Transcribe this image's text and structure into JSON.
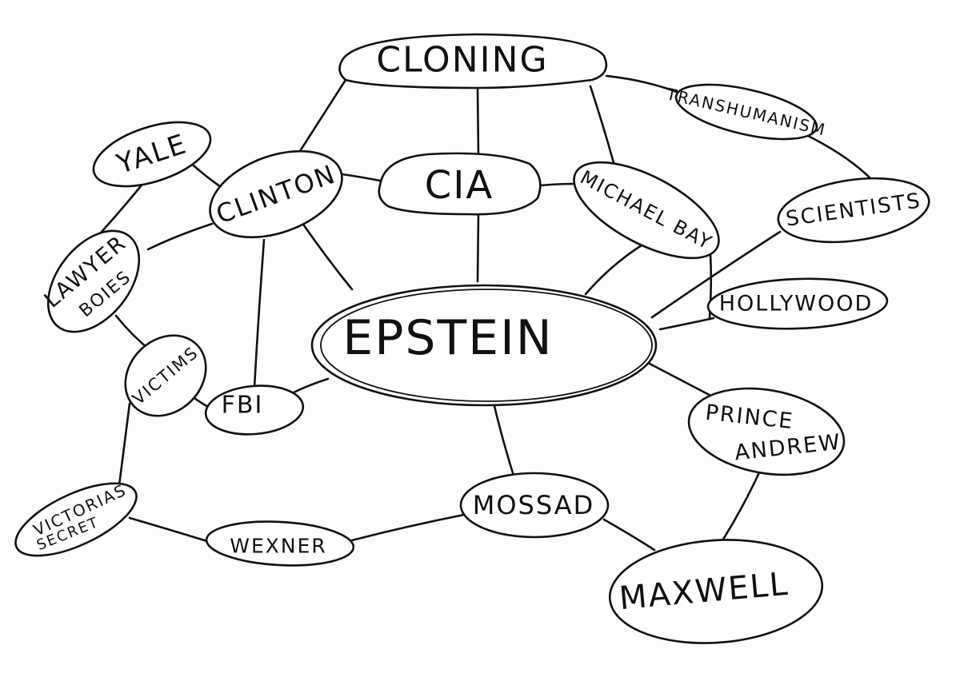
{
  "nodes": {
    "cloning": "CLONING",
    "transhumanism": "TRANSHUMANISM",
    "yale": "YALE",
    "clinton": "CLINTON",
    "cia": "CIA",
    "michael_bay": "MICHAEL BAY",
    "scientists": "SCIENTISTS",
    "lawyer": "LAWYER",
    "boies": "BOIES",
    "hollywood": "HOLLYWOOD",
    "epstein": "EPSTEIN",
    "victims": "VICTIMS",
    "fbi": "FBI",
    "prince": "PRINCE",
    "andrew": "ANDREW",
    "victorias": "VICTORIAS",
    "secret": "SECRET",
    "wexner": "WEXNER",
    "mossad": "MOSSAD",
    "maxwell": "MAXWELL"
  }
}
